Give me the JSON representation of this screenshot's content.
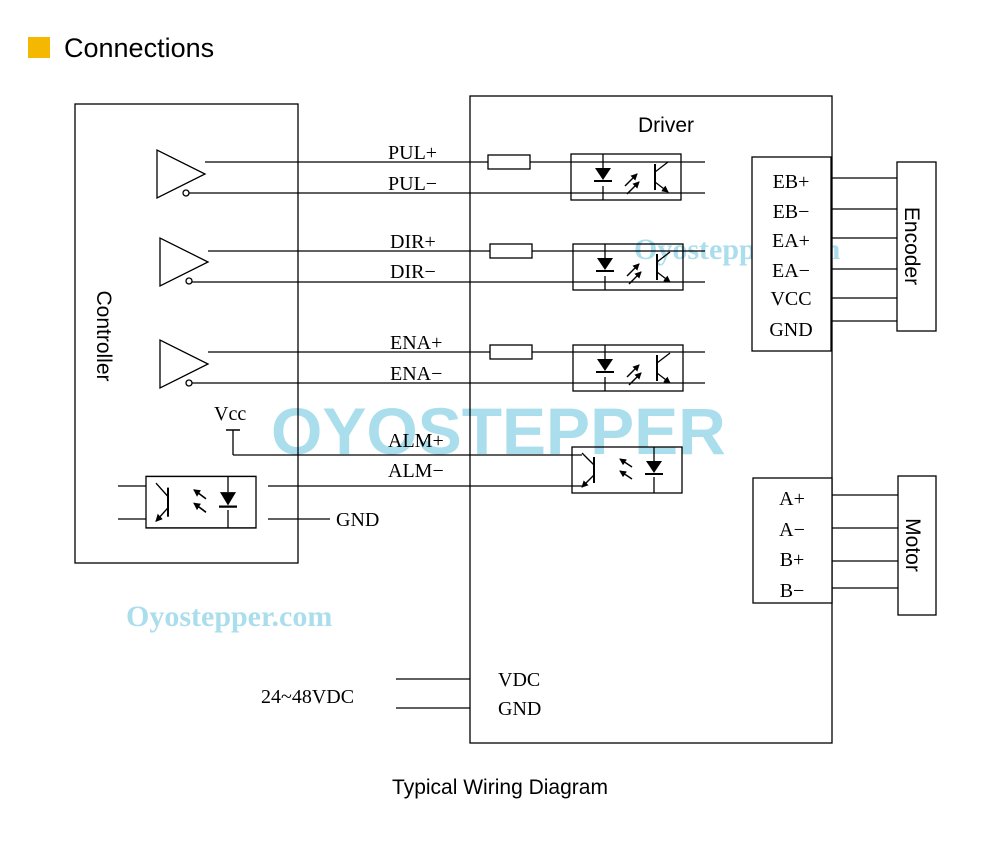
{
  "header": {
    "title": "Connections",
    "accent_color": "#f5b800"
  },
  "caption": "Typical Wiring Diagram",
  "controller": {
    "label": "Controller"
  },
  "driver": {
    "label": "Driver"
  },
  "encoder": {
    "label": "Encoder",
    "pins": [
      "EB+",
      "EB−",
      "EA+",
      "EA−",
      "VCC",
      "GND"
    ]
  },
  "motor": {
    "label": "Motor",
    "pins": [
      "A+",
      "A−",
      "B+",
      "B−"
    ]
  },
  "signals": {
    "pul_plus": "PUL+",
    "pul_minus": "PUL−",
    "dir_plus": "DIR+",
    "dir_minus": "DIR−",
    "ena_plus": "ENA+",
    "ena_minus": "ENA−",
    "alm_plus": "ALM+",
    "alm_minus": "ALM−",
    "vcc": "Vcc",
    "gnd": "GND"
  },
  "power": {
    "supply": "24~48VDC",
    "vdc": "VDC",
    "gnd": "GND"
  },
  "watermark": {
    "logo": "OYOSTEPPER",
    "site": "Oyostepper.com",
    "color": "#8fd4e6"
  }
}
